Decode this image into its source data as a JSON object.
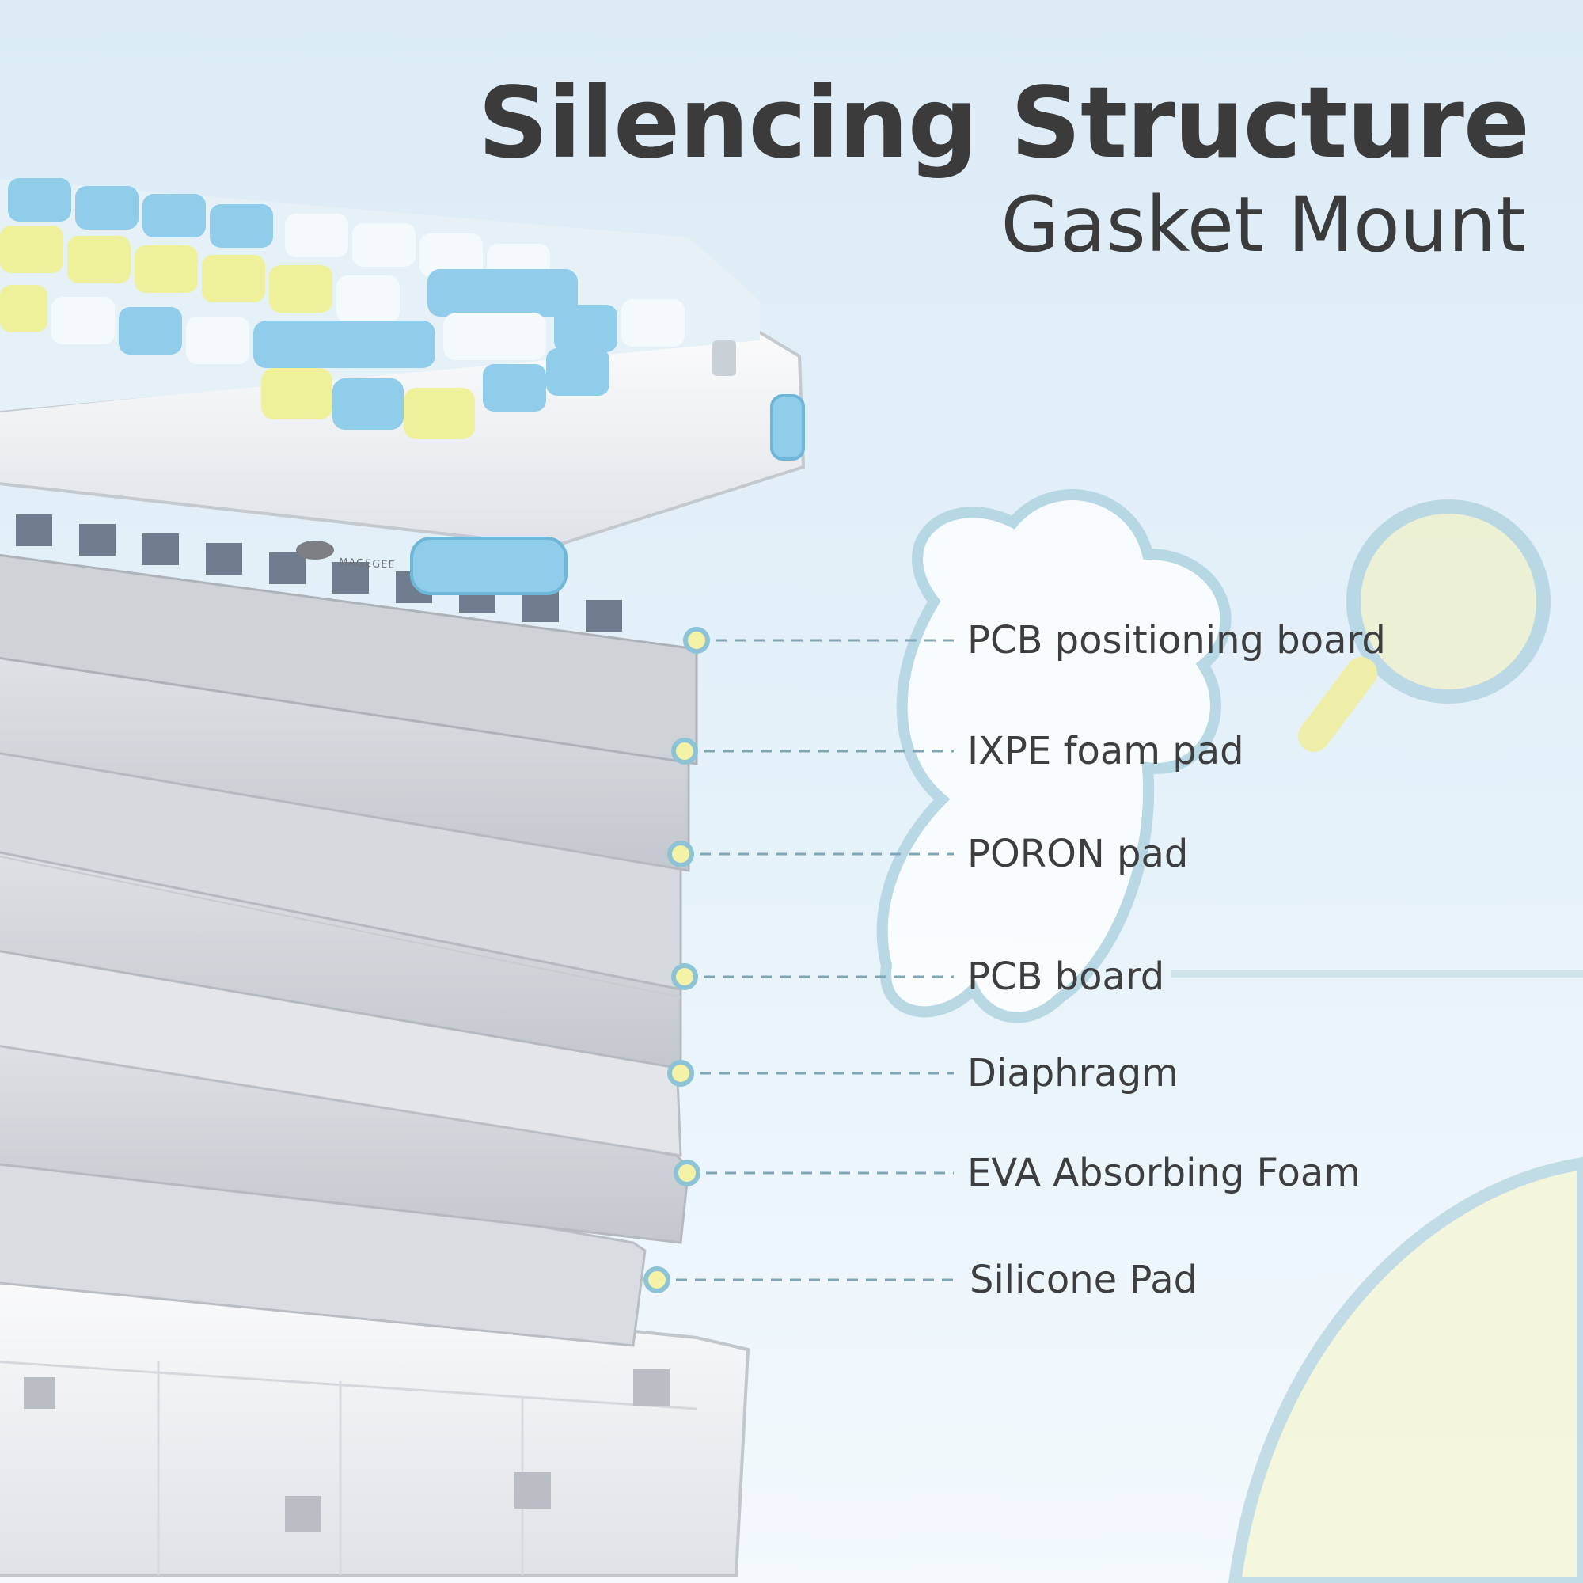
{
  "header": {
    "title": "Silencing Structure",
    "subtitle": "Gasket Mount"
  },
  "brand": {
    "logo_text": "MAGEGEE"
  },
  "layers": [
    {
      "label": "PCB positioning board"
    },
    {
      "label": "IXPE foam pad"
    },
    {
      "label": "PORON pad"
    },
    {
      "label": "PCB board"
    },
    {
      "label": "Diaphragm"
    },
    {
      "label": "EVA Absorbing Foam"
    },
    {
      "label": "Silicone Pad"
    }
  ],
  "colors": {
    "background": "#e2eff8",
    "title_text": "#3b3b3b",
    "callout_line": "#7fa6b4",
    "callout_dot_fill": "#f3f2a6",
    "callout_dot_ring": "#8cc3d6",
    "keycap_blue": "#8fcdea",
    "keycap_yellow": "#eef19a",
    "keycap_white": "#f4f9fc",
    "plate_grey": "#cfd3d8"
  }
}
